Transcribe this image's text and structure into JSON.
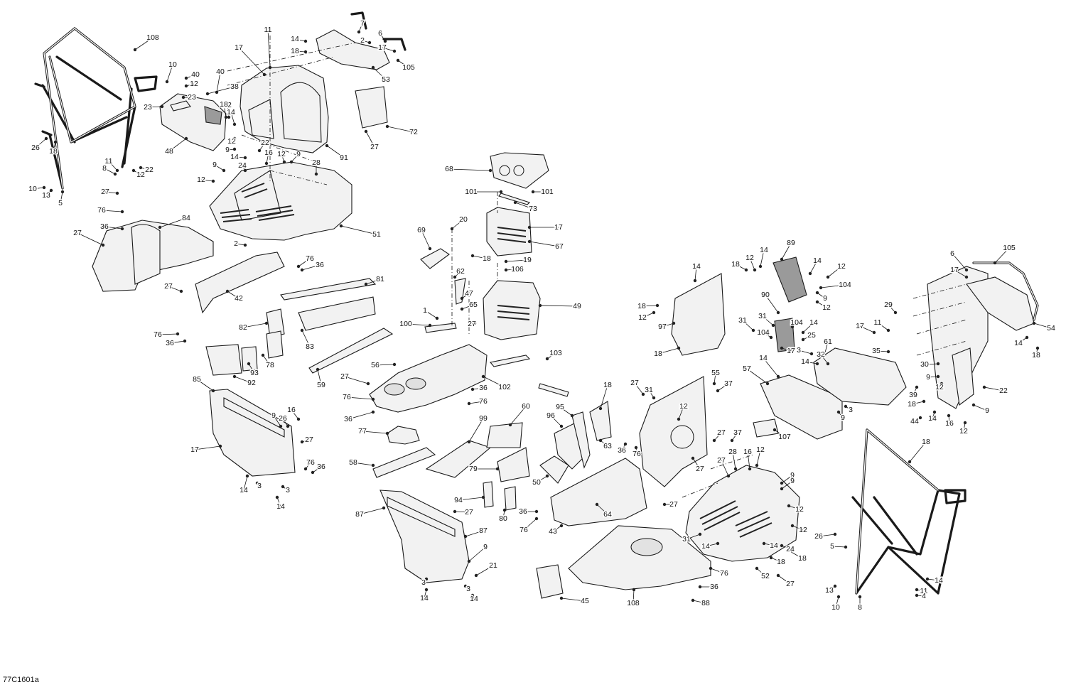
{
  "drawing": {
    "reference_code": "77C1601a",
    "callouts": [
      {
        "n": "108"
      },
      {
        "n": "11"
      },
      {
        "n": "17"
      },
      {
        "n": "14"
      },
      {
        "n": "18"
      },
      {
        "n": "7"
      },
      {
        "n": "6"
      },
      {
        "n": "2"
      },
      {
        "n": "17"
      },
      {
        "n": "105"
      },
      {
        "n": "53"
      },
      {
        "n": "10"
      },
      {
        "n": "40"
      },
      {
        "n": "40"
      },
      {
        "n": "12"
      },
      {
        "n": "23"
      },
      {
        "n": "38"
      },
      {
        "n": "12"
      },
      {
        "n": "23"
      },
      {
        "n": "18"
      },
      {
        "n": "14"
      },
      {
        "n": "48"
      },
      {
        "n": "26"
      },
      {
        "n": "18"
      },
      {
        "n": "72"
      },
      {
        "n": "27"
      },
      {
        "n": "12"
      },
      {
        "n": "22"
      },
      {
        "n": "9"
      },
      {
        "n": "91"
      },
      {
        "n": "14"
      },
      {
        "n": "16"
      },
      {
        "n": "12"
      },
      {
        "n": "9"
      },
      {
        "n": "11"
      },
      {
        "n": "8"
      },
      {
        "n": "12"
      },
      {
        "n": "22"
      },
      {
        "n": "9"
      },
      {
        "n": "24"
      },
      {
        "n": "28"
      },
      {
        "n": "10"
      },
      {
        "n": "13"
      },
      {
        "n": "5"
      },
      {
        "n": "12"
      },
      {
        "n": "27"
      },
      {
        "n": "76"
      },
      {
        "n": "51"
      },
      {
        "n": "84"
      },
      {
        "n": "36"
      },
      {
        "n": "27"
      },
      {
        "n": "2"
      },
      {
        "n": "76"
      },
      {
        "n": "36"
      },
      {
        "n": "27"
      },
      {
        "n": "42"
      },
      {
        "n": "81"
      },
      {
        "n": "68"
      },
      {
        "n": "101"
      },
      {
        "n": "101"
      },
      {
        "n": "73"
      },
      {
        "n": "69"
      },
      {
        "n": "20"
      },
      {
        "n": "17"
      },
      {
        "n": "67"
      },
      {
        "n": "18"
      },
      {
        "n": "19"
      },
      {
        "n": "62"
      },
      {
        "n": "106"
      },
      {
        "n": "47"
      },
      {
        "n": "49"
      },
      {
        "n": "65"
      },
      {
        "n": "1"
      },
      {
        "n": "100"
      },
      {
        "n": "27"
      },
      {
        "n": "82"
      },
      {
        "n": "83"
      },
      {
        "n": "76"
      },
      {
        "n": "36"
      },
      {
        "n": "78"
      },
      {
        "n": "93"
      },
      {
        "n": "92"
      },
      {
        "n": "59"
      },
      {
        "n": "56"
      },
      {
        "n": "103"
      },
      {
        "n": "27"
      },
      {
        "n": "102"
      },
      {
        "n": "76"
      },
      {
        "n": "36"
      },
      {
        "n": "36"
      },
      {
        "n": "76"
      },
      {
        "n": "85"
      },
      {
        "n": "9"
      },
      {
        "n": "26"
      },
      {
        "n": "16"
      },
      {
        "n": "17"
      },
      {
        "n": "27"
      },
      {
        "n": "76"
      },
      {
        "n": "36"
      },
      {
        "n": "14"
      },
      {
        "n": "3"
      },
      {
        "n": "3"
      },
      {
        "n": "14"
      },
      {
        "n": "77"
      },
      {
        "n": "99"
      },
      {
        "n": "60"
      },
      {
        "n": "58"
      },
      {
        "n": "79"
      },
      {
        "n": "94"
      },
      {
        "n": "87"
      },
      {
        "n": "27"
      },
      {
        "n": "36"
      },
      {
        "n": "76"
      },
      {
        "n": "80"
      },
      {
        "n": "87"
      },
      {
        "n": "9"
      },
      {
        "n": "21"
      },
      {
        "n": "3"
      },
      {
        "n": "3"
      },
      {
        "n": "14"
      },
      {
        "n": "14"
      },
      {
        "n": "89"
      },
      {
        "n": "12"
      },
      {
        "n": "14"
      },
      {
        "n": "18"
      },
      {
        "n": "14"
      },
      {
        "n": "14"
      },
      {
        "n": "12"
      },
      {
        "n": "104"
      },
      {
        "n": "9"
      },
      {
        "n": "12"
      },
      {
        "n": "90"
      },
      {
        "n": "104"
      },
      {
        "n": "18"
      },
      {
        "n": "12"
      },
      {
        "n": "31"
      },
      {
        "n": "97"
      },
      {
        "n": "18"
      },
      {
        "n": "31"
      },
      {
        "n": "14"
      },
      {
        "n": "104"
      },
      {
        "n": "25"
      },
      {
        "n": "17"
      },
      {
        "n": "3"
      },
      {
        "n": "14"
      },
      {
        "n": "61"
      },
      {
        "n": "32"
      },
      {
        "n": "105"
      },
      {
        "n": "6"
      },
      {
        "n": "17"
      },
      {
        "n": "29"
      },
      {
        "n": "11"
      },
      {
        "n": "17"
      },
      {
        "n": "35"
      },
      {
        "n": "54"
      },
      {
        "n": "14"
      },
      {
        "n": "18"
      },
      {
        "n": "30"
      },
      {
        "n": "9"
      },
      {
        "n": "12"
      },
      {
        "n": "22"
      },
      {
        "n": "39"
      },
      {
        "n": "18"
      },
      {
        "n": "9"
      },
      {
        "n": "44"
      },
      {
        "n": "14"
      },
      {
        "n": "16"
      },
      {
        "n": "12"
      },
      {
        "n": "9"
      },
      {
        "n": "3"
      },
      {
        "n": "14"
      },
      {
        "n": "57"
      },
      {
        "n": "107"
      },
      {
        "n": "55"
      },
      {
        "n": "37"
      },
      {
        "n": "27"
      },
      {
        "n": "31"
      },
      {
        "n": "12"
      },
      {
        "n": "18"
      },
      {
        "n": "95"
      },
      {
        "n": "96"
      },
      {
        "n": "63"
      },
      {
        "n": "36"
      },
      {
        "n": "76"
      },
      {
        "n": "27"
      },
      {
        "n": "37"
      },
      {
        "n": "27"
      },
      {
        "n": "50"
      },
      {
        "n": "64"
      },
      {
        "n": "43"
      },
      {
        "n": "27"
      },
      {
        "n": "27"
      },
      {
        "n": "28"
      },
      {
        "n": "16"
      },
      {
        "n": "12"
      },
      {
        "n": "9"
      },
      {
        "n": "9"
      },
      {
        "n": "12"
      },
      {
        "n": "12"
      },
      {
        "n": "31"
      },
      {
        "n": "14"
      },
      {
        "n": "14"
      },
      {
        "n": "24"
      },
      {
        "n": "18"
      },
      {
        "n": "18"
      },
      {
        "n": "52"
      },
      {
        "n": "27"
      },
      {
        "n": "76"
      },
      {
        "n": "36"
      },
      {
        "n": "88"
      },
      {
        "n": "45"
      },
      {
        "n": "108"
      },
      {
        "n": "18"
      },
      {
        "n": "26"
      },
      {
        "n": "5"
      },
      {
        "n": "13"
      },
      {
        "n": "10"
      },
      {
        "n": "8"
      },
      {
        "n": "14"
      },
      {
        "n": "11"
      },
      {
        "n": "4"
      }
    ]
  }
}
